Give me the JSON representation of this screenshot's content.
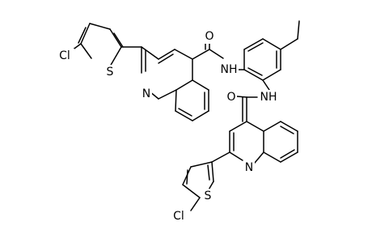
{
  "molecule": {
    "atom_labels": {
      "cl_top": "Cl",
      "s_top": "S",
      "o_top": "O",
      "nh_top": "NH",
      "n_top": "N",
      "o_bottom": "O",
      "nh_bottom": "NH",
      "n_bottom": "N",
      "s_bottom": "S",
      "cl_bottom": "Cl"
    }
  }
}
